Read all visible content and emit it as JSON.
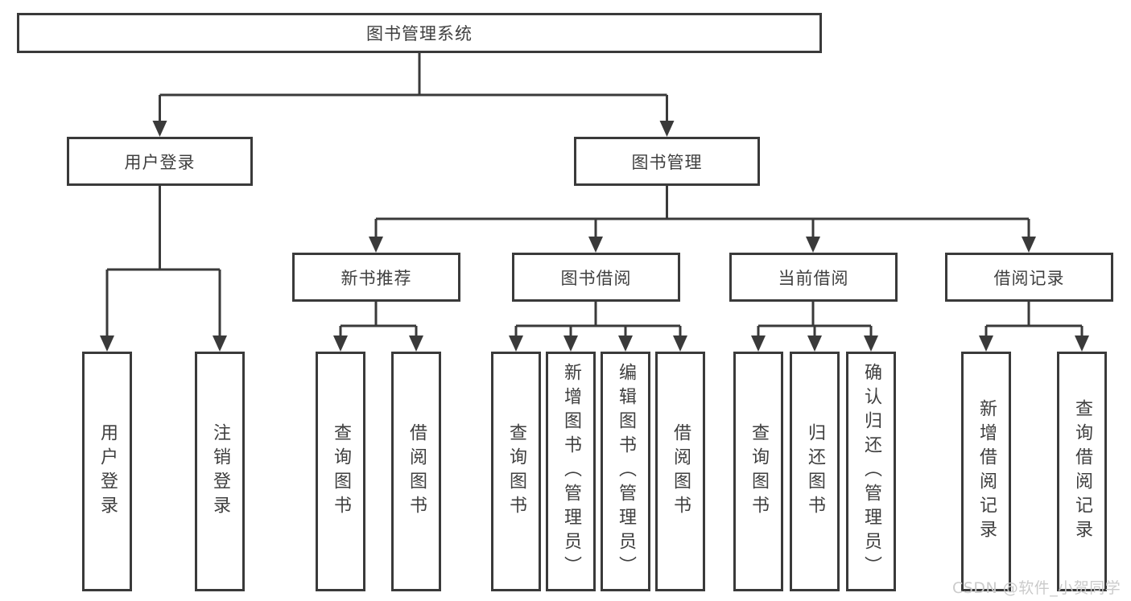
{
  "tree": {
    "root": "图书管理系统",
    "user_login": {
      "label": "用户登录",
      "children": [
        "用户登录",
        "注销登录"
      ]
    },
    "book_mgmt": {
      "label": "图书管理",
      "sections": [
        {
          "label": "新书推荐",
          "children": [
            "查询图书",
            "借阅图书"
          ]
        },
        {
          "label": "图书借阅",
          "children": [
            "查询图书",
            "新增图书（管理员）",
            "编辑图书（管理员）",
            "借阅图书"
          ]
        },
        {
          "label": "当前借阅",
          "children": [
            "查询图书",
            "归还图书",
            "确认归还（管理员）"
          ]
        },
        {
          "label": "借阅记录",
          "children": [
            "新增借阅记录",
            "查询借阅记录"
          ]
        }
      ]
    }
  },
  "watermark": "CSDN @软件_小贺同学",
  "colors": {
    "line": "#3a3a3a",
    "text": "#3f3f3f",
    "watermark": "#cbcbcb",
    "background": "#ffffff"
  }
}
